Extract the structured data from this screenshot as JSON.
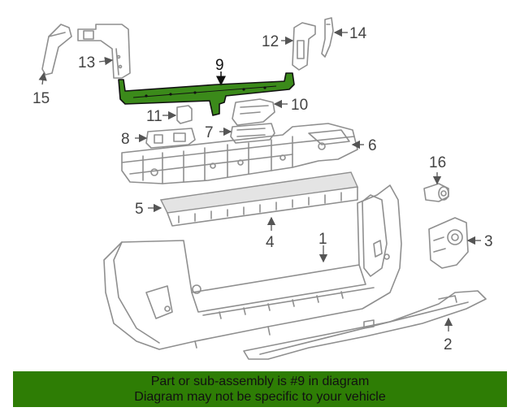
{
  "diagram": {
    "highlight_color": "#3b8a1a",
    "callouts": [
      {
        "id": "1",
        "label": "1"
      },
      {
        "id": "2",
        "label": "2"
      },
      {
        "id": "3",
        "label": "3"
      },
      {
        "id": "4",
        "label": "4"
      },
      {
        "id": "5",
        "label": "5"
      },
      {
        "id": "6",
        "label": "6"
      },
      {
        "id": "7",
        "label": "7"
      },
      {
        "id": "8",
        "label": "8"
      },
      {
        "id": "9",
        "label": "9"
      },
      {
        "id": "10",
        "label": "10"
      },
      {
        "id": "11",
        "label": "11"
      },
      {
        "id": "12",
        "label": "12"
      },
      {
        "id": "13",
        "label": "13"
      },
      {
        "id": "14",
        "label": "14"
      },
      {
        "id": "15",
        "label": "15"
      },
      {
        "id": "16",
        "label": "16"
      }
    ]
  },
  "banner": {
    "background": "#2e7d05",
    "line1": "Part or sub-assembly is #9 in diagram",
    "line2": "Diagram may not be specific to your vehicle"
  }
}
